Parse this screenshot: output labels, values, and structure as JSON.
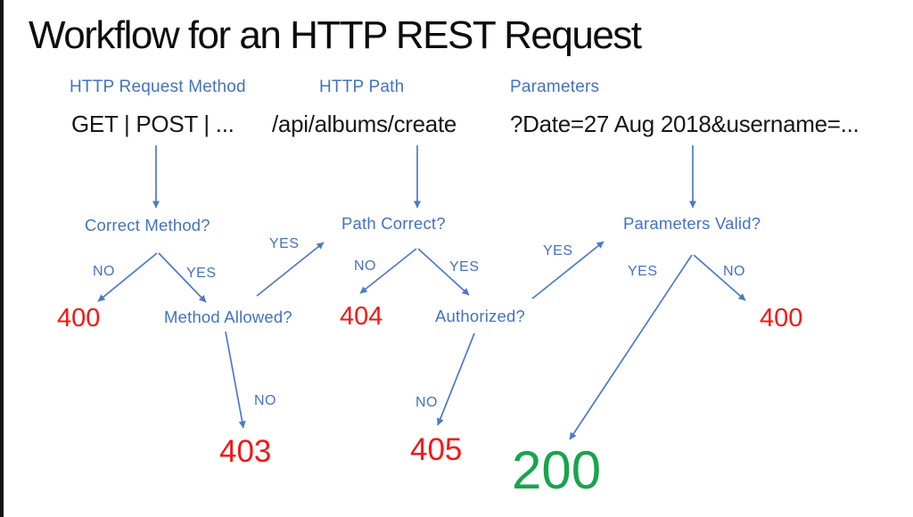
{
  "title": "Workflow for an HTTP REST Request",
  "colors": {
    "accent_blue": "#4472C4",
    "error_red": "#F51616",
    "success_green": "#17A54E",
    "title_black": "#0d0d0d"
  },
  "request_parts": [
    {
      "label": "HTTP Request Method",
      "value": "GET | POST | ..."
    },
    {
      "label": "HTTP Path",
      "value": "/api/albums/create"
    },
    {
      "label": "Parameters",
      "value": "?Date=27 Aug 2018&username=..."
    }
  ],
  "decision_nodes": [
    {
      "id": "correct-method",
      "label": "Correct Method?"
    },
    {
      "id": "method-allowed",
      "label": "Method Allowed?"
    },
    {
      "id": "path-correct",
      "label": "Path Correct?"
    },
    {
      "id": "authorized",
      "label": "Authorized?"
    },
    {
      "id": "parameters-valid",
      "label": "Parameters Valid?"
    }
  ],
  "edge_labels": {
    "yes": "YES",
    "no": "NO"
  },
  "status_codes": [
    {
      "code": "400",
      "outcome_of": "correct-method",
      "branch": "no",
      "color": "red"
    },
    {
      "code": "404",
      "outcome_of": "path-correct",
      "branch": "no",
      "color": "red"
    },
    {
      "code": "400",
      "outcome_of": "parameters-valid",
      "branch": "no",
      "color": "red"
    },
    {
      "code": "403",
      "outcome_of": "method-allowed",
      "branch": "no",
      "color": "red"
    },
    {
      "code": "405",
      "outcome_of": "authorized",
      "branch": "no",
      "color": "red"
    },
    {
      "code": "200",
      "outcome_of": "parameters-valid",
      "branch": "yes",
      "color": "green"
    }
  ],
  "flow_edges": [
    {
      "from": "GET | POST | ...",
      "to": "Correct Method?",
      "label": ""
    },
    {
      "from": "/api/albums/create",
      "to": "Path Correct?",
      "label": ""
    },
    {
      "from": "?Date=27 Aug 2018&username=...",
      "to": "Parameters Valid?",
      "label": ""
    },
    {
      "from": "Correct Method?",
      "to": "400",
      "label": "NO"
    },
    {
      "from": "Correct Method?",
      "to": "Method Allowed?",
      "label": "YES"
    },
    {
      "from": "Method Allowed?",
      "to": "Path Correct?",
      "label": "YES"
    },
    {
      "from": "Method Allowed?",
      "to": "403",
      "label": "NO"
    },
    {
      "from": "Path Correct?",
      "to": "404",
      "label": "NO"
    },
    {
      "from": "Path Correct?",
      "to": "Authorized?",
      "label": "YES"
    },
    {
      "from": "Authorized?",
      "to": "Parameters Valid?",
      "label": "YES"
    },
    {
      "from": "Authorized?",
      "to": "405",
      "label": "NO"
    },
    {
      "from": "Parameters Valid?",
      "to": "400",
      "label": "NO"
    },
    {
      "from": "Parameters Valid?",
      "to": "200",
      "label": "YES"
    }
  ]
}
